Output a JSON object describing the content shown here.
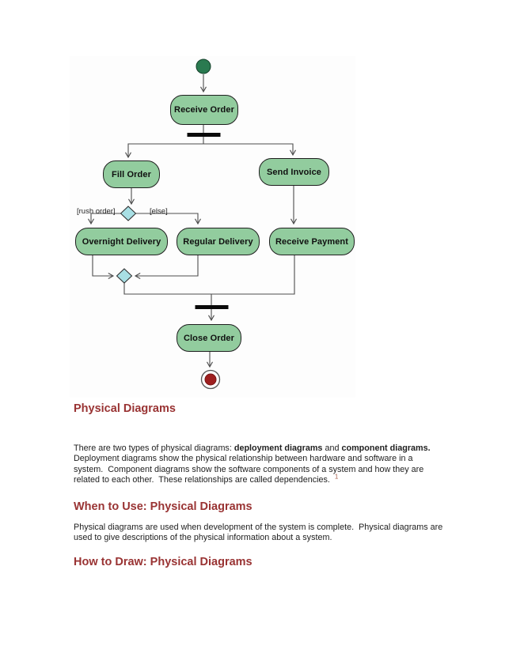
{
  "page": {
    "background": "#ffffff"
  },
  "diagram": {
    "type": "uml-activity-diagram",
    "nodes": {
      "receive_order": "Receive Order",
      "fill_order": "Fill Order",
      "send_invoice": "Send Invoice",
      "overnight_delivery": "Overnight Delivery",
      "regular_delivery": "Regular Delivery",
      "receive_payment": "Receive Payment",
      "close_order": "Close Order"
    },
    "guards": {
      "rush_order": "[rush order]",
      "else": "[else]"
    },
    "colors": {
      "activity_fill": "#92cc9e",
      "activity_border": "#1f1f1f",
      "decision_fill": "#a8dfe4",
      "start_node_fill": "#2a7a50",
      "end_node_fill": "#9e1f1f",
      "edge_line": "#4d4d4d",
      "sync_bar": "#0a0a0a"
    }
  },
  "sections": {
    "physical_diagrams": {
      "heading": "Physical Diagrams"
    },
    "intro": {
      "text_before_bold1": "There are two types of physical diagrams: ",
      "bold1": "deployment diagrams",
      "text_between": " and ",
      "bold2": "component diagrams.",
      "text_after": "\nDeployment diagrams show the physical relationship between hardware and software in a\nsystem.  Component diagrams show the software components of a system and how they are\nrelated to each other.  These relationships are called dependencies.  ",
      "footnote_ref": "1"
    },
    "when_to_use": {
      "heading": "When to Use: Physical Diagrams",
      "body": "Physical diagrams are used when development of the system is complete.  Physical diagrams are\nused to give descriptions of the physical information about a system."
    },
    "how_to_draw": {
      "heading": "How to Draw: Physical Diagrams"
    }
  }
}
